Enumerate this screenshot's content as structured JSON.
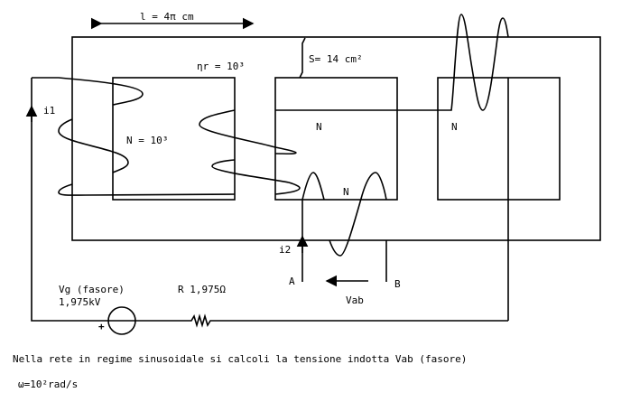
{
  "labels": {
    "length": "l = 4π cm",
    "permeability": "ηr = 10³",
    "section": "S= 14 cm²",
    "turns_primary": "N = 10³",
    "turns_n1": "N",
    "turns_n2": "N",
    "turns_n3": "N",
    "current_1": "i1",
    "current_2": "i2",
    "terminal_a": "A",
    "terminal_b": "B",
    "voltage_ab": "Vab",
    "source_label": "Vg (fasore)",
    "source_value": "1,975kV",
    "source_polarity": "+",
    "resistor": "R 1,975Ω"
  },
  "problem": {
    "statement": "Nella rete in regime sinusoidale si calcoli la tensione indotta Vab (fasore)",
    "omega": "ω=10²rad/s"
  }
}
